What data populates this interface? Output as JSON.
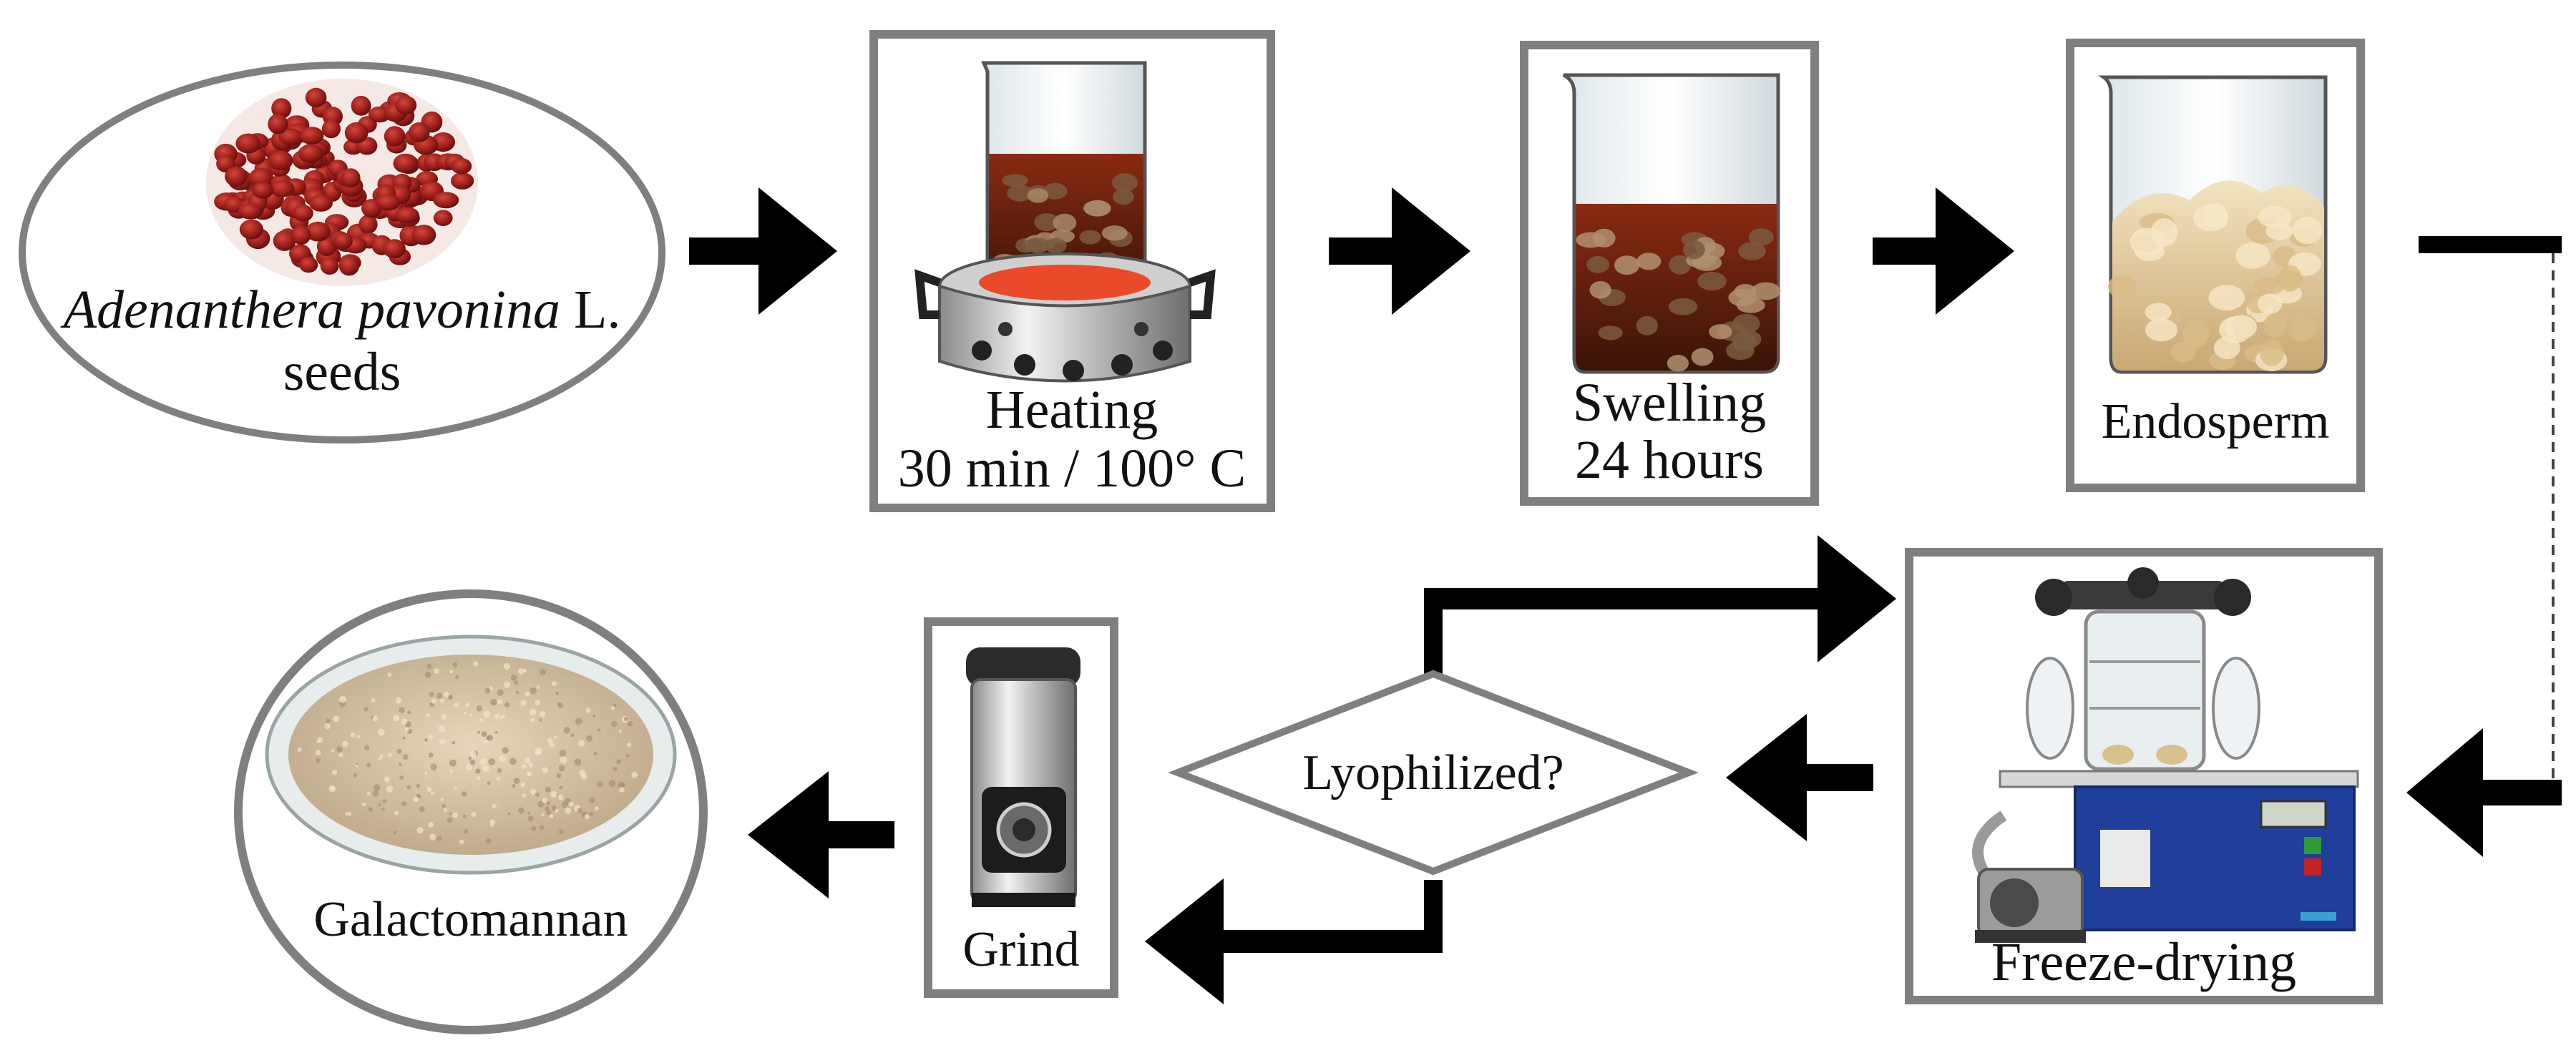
{
  "seeds": {
    "label_italic": "Adenanthera pavonina",
    "label_suffix": " L.",
    "label_line2": "seeds"
  },
  "heating": {
    "label_line1": "Heating",
    "label_line2": "30 min / 100° C"
  },
  "swelling": {
    "label_line1": "Swelling",
    "label_line2": "24 hours"
  },
  "endosperm": {
    "label": "Endosperm"
  },
  "freeze_drying": {
    "label": "Freeze-drying"
  },
  "decision": {
    "label": "Lyophilized?"
  },
  "grind": {
    "label": "Grind"
  },
  "galactomannan": {
    "label": "Galactomannan"
  },
  "colors": {
    "frame": "#7f7f7f",
    "arrow": "#000000",
    "seed_red": "#9a1e1a",
    "liquid": "#6b2410",
    "endosperm": "#e8d2a6",
    "freeze_dryer": "#1f3f9a",
    "powder": "#d8c6a8"
  }
}
